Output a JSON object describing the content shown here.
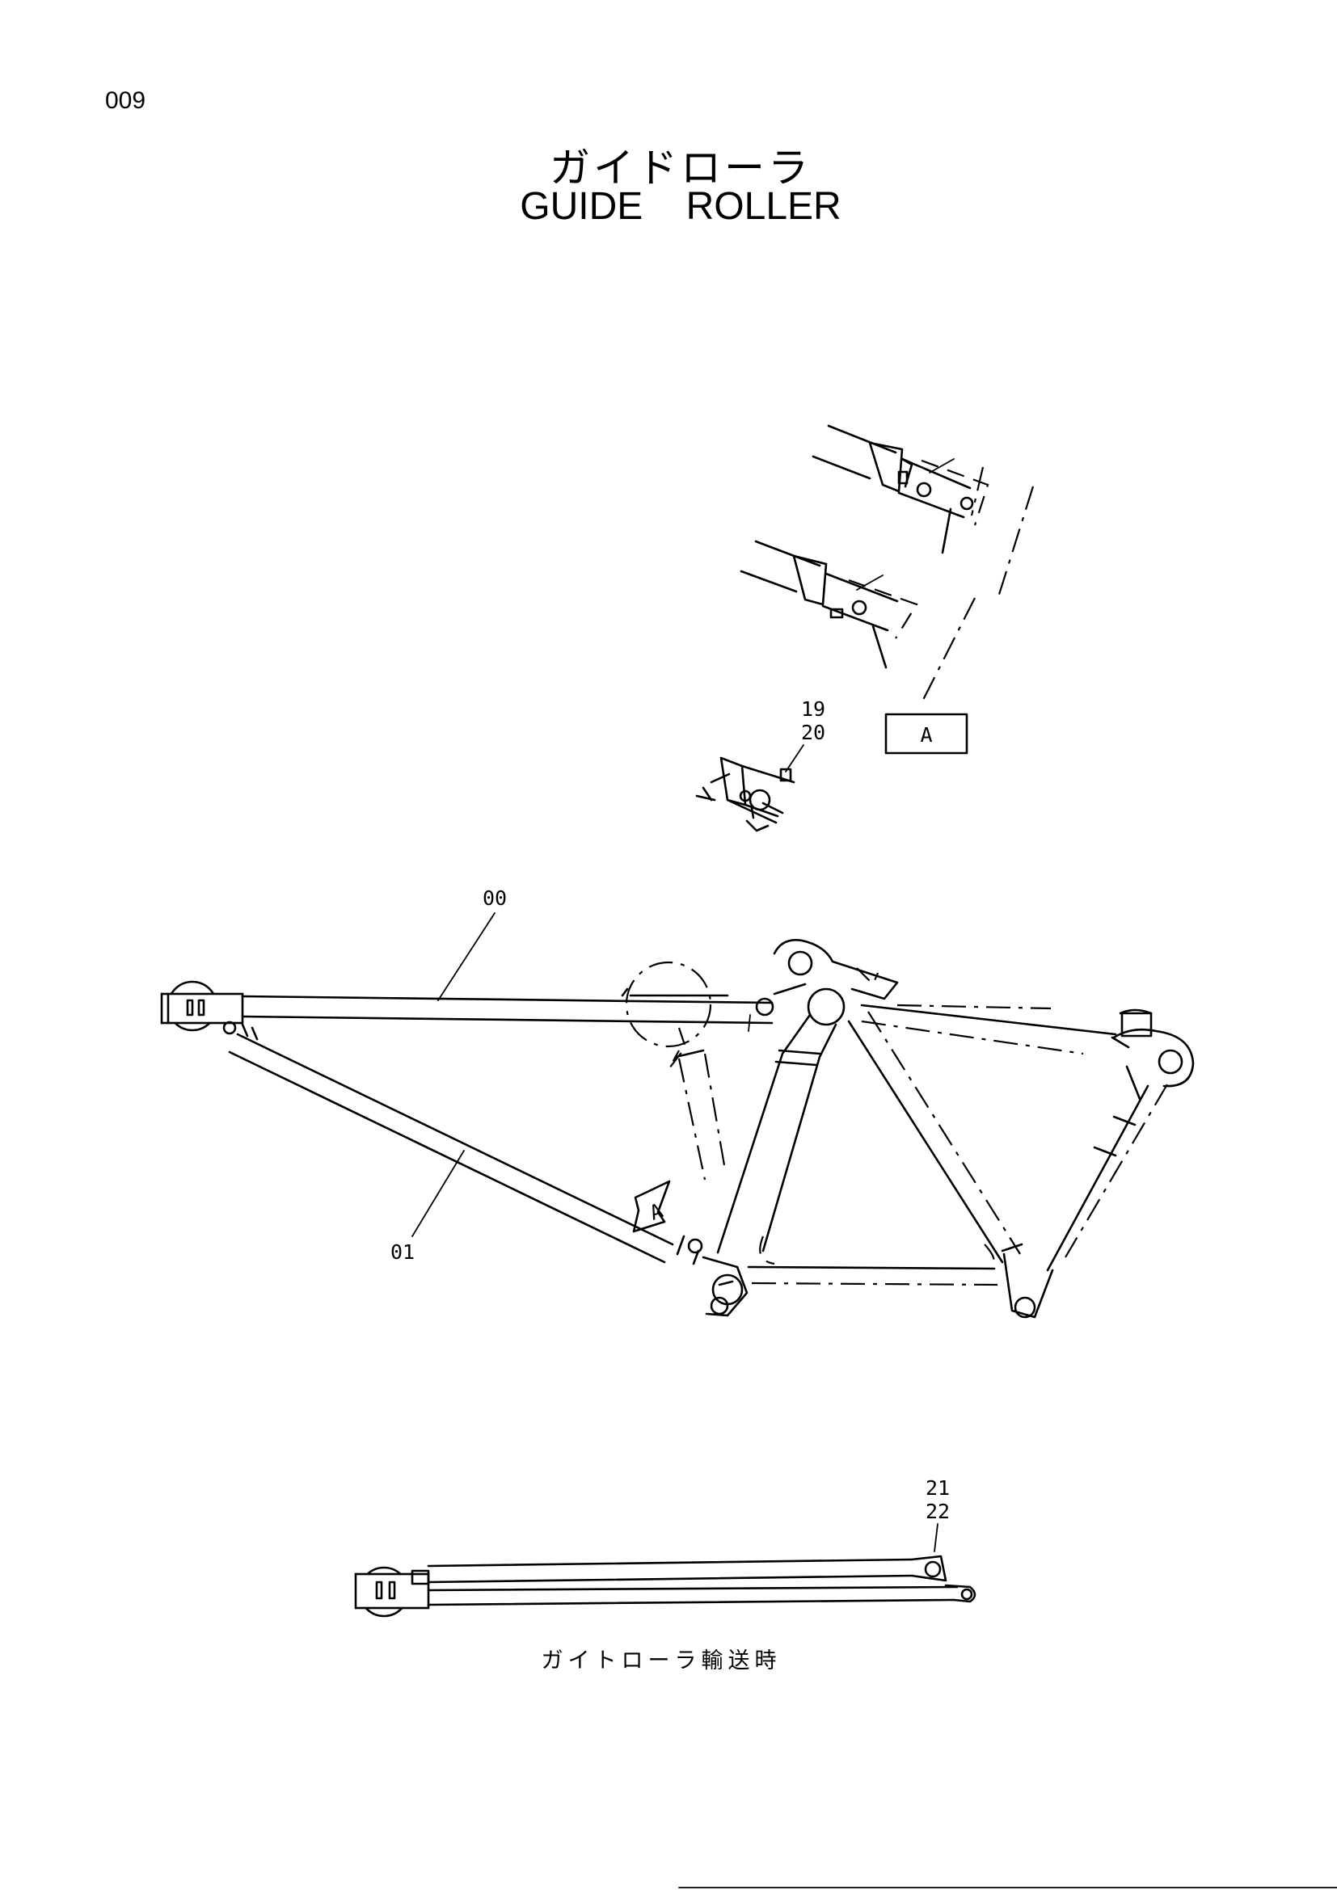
{
  "page": {
    "number": "009"
  },
  "title": {
    "japanese": "ガイドローラ",
    "english": "GUIDE ROLLER"
  },
  "callouts": {
    "part_00": "00",
    "part_01": "01",
    "part_19": "19",
    "part_20": "20",
    "part_21": "21",
    "part_22": "22",
    "view_box_label": "A",
    "view_arrow_label": "A"
  },
  "captions": {
    "transport": "ガイトローラ輸送時"
  }
}
